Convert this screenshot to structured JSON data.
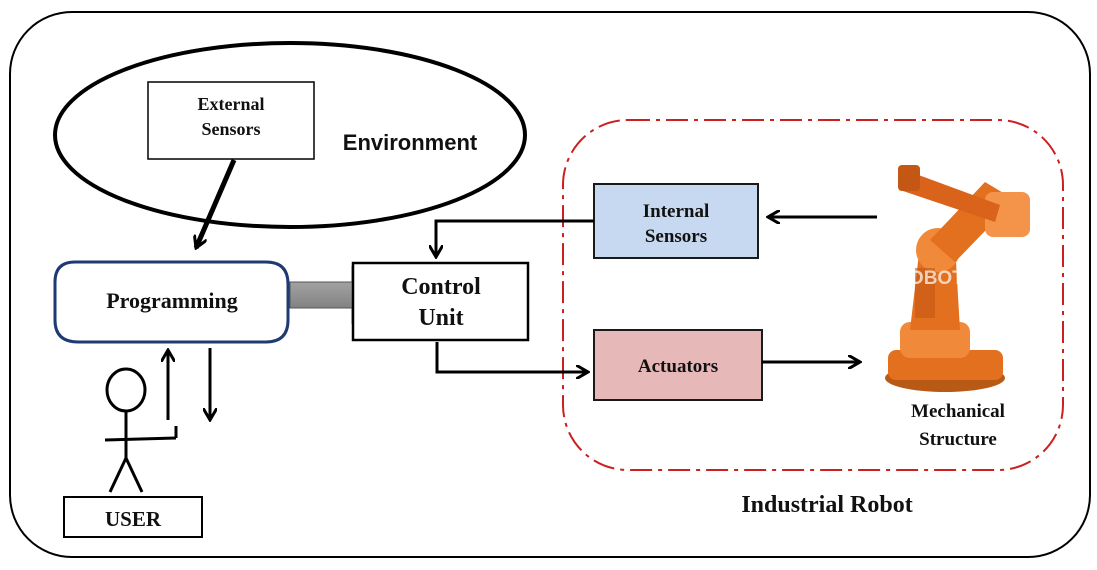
{
  "environment": {
    "label": "Environment",
    "sensor_line1": "External",
    "sensor_line2": "Sensors"
  },
  "programming": {
    "label": "Programming"
  },
  "control_unit": {
    "line1": "Control",
    "line2": "Unit"
  },
  "internal_sensors": {
    "line1": "Internal",
    "line2": "Sensors",
    "fill": "#c6d9f0"
  },
  "actuators": {
    "label": "Actuators",
    "fill": "#e6b8b7"
  },
  "mechanical_structure": {
    "line1": "Mechanical",
    "line2": "Structure",
    "watermark": "ROBOTS.com",
    "color": "#e3701e"
  },
  "industrial_robot": {
    "label": "Industrial Robot",
    "border_color": "#cc1f1f"
  },
  "user": {
    "label": "USER"
  },
  "icons": [
    "stick-figure-icon",
    "robot-arm-icon"
  ]
}
